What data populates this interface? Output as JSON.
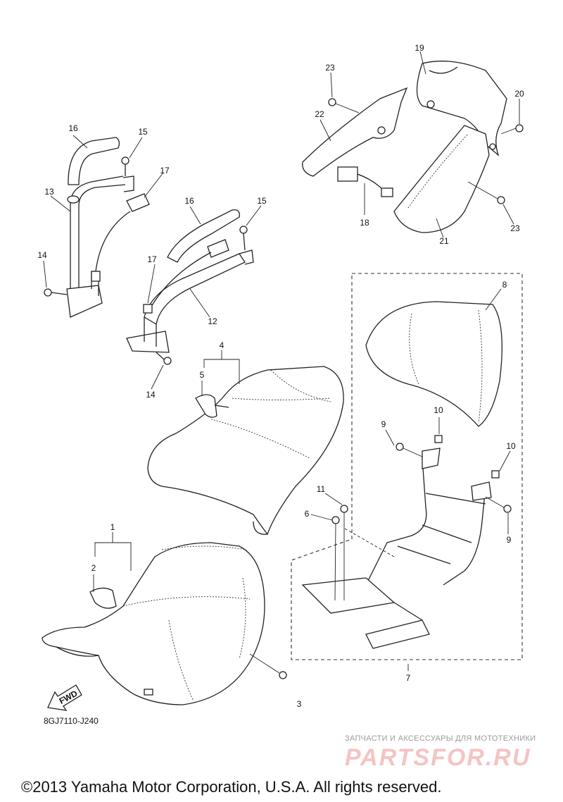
{
  "callouts": [
    {
      "id": "c1",
      "label": "1"
    },
    {
      "id": "c2",
      "label": "2"
    },
    {
      "id": "c3",
      "label": "3"
    },
    {
      "id": "c4",
      "label": "4"
    },
    {
      "id": "c5",
      "label": "5"
    },
    {
      "id": "c6",
      "label": "6"
    },
    {
      "id": "c7",
      "label": "7"
    },
    {
      "id": "c8",
      "label": "8"
    },
    {
      "id": "c9a",
      "label": "9"
    },
    {
      "id": "c9b",
      "label": "9"
    },
    {
      "id": "c10a",
      "label": "10"
    },
    {
      "id": "c10b",
      "label": "10"
    },
    {
      "id": "c11",
      "label": "11"
    },
    {
      "id": "c12",
      "label": "12"
    },
    {
      "id": "c13",
      "label": "13"
    },
    {
      "id": "c14a",
      "label": "14"
    },
    {
      "id": "c14b",
      "label": "14"
    },
    {
      "id": "c15a",
      "label": "15"
    },
    {
      "id": "c15b",
      "label": "15"
    },
    {
      "id": "c16a",
      "label": "16"
    },
    {
      "id": "c16b",
      "label": "16"
    },
    {
      "id": "c17a",
      "label": "17"
    },
    {
      "id": "c17b",
      "label": "17"
    },
    {
      "id": "c18",
      "label": "18"
    },
    {
      "id": "c19",
      "label": "19"
    },
    {
      "id": "c20",
      "label": "20"
    },
    {
      "id": "c21",
      "label": "21"
    },
    {
      "id": "c22",
      "label": "22"
    },
    {
      "id": "c23a",
      "label": "23"
    },
    {
      "id": "c23b",
      "label": "23"
    }
  ],
  "fwd_label": "FWD",
  "diagram_code": "8GJ7110-J240",
  "watermark": {
    "tagline": "ЗАПЧАСТИ И АКСЕССУАРЫ ДЛЯ МОТОТЕХНИКИ",
    "logo_text": "PARTSFOR.RU"
  },
  "copyright": "©2013 Yamaha Motor Corporation, U.S.A. All rights reserved."
}
